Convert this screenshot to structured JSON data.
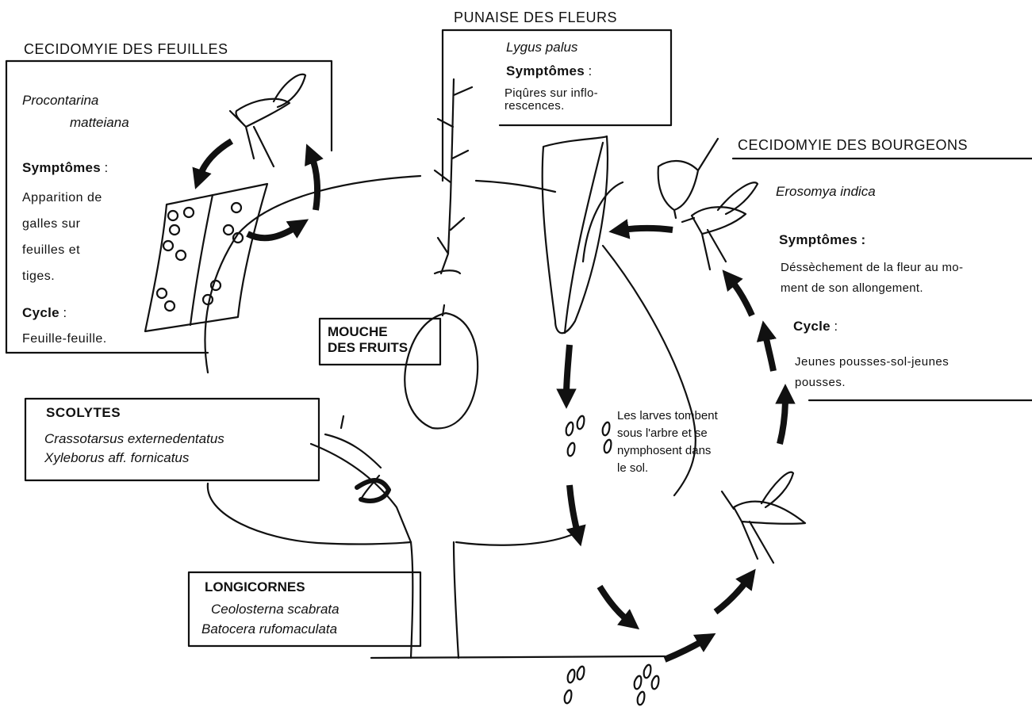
{
  "feuilles": {
    "title": "CECIDOMYIE DES FEUILLES",
    "species_1": "Procontarina",
    "species_2": "matteiana",
    "symptoms_label": "Symptômes",
    "symptoms_colon": ":",
    "symptoms_lines": [
      "Apparition de",
      "galles sur",
      "feuilles et",
      "tiges."
    ],
    "cycle_label": "Cycle",
    "cycle_colon": ":",
    "cycle_text": "Feuille-feuille."
  },
  "punaise": {
    "title": "PUNAISE DES FLEURS",
    "species": "Lygus palus",
    "symptoms_label": "Symptômes",
    "symptoms_colon": ":",
    "symptoms_lines": [
      "Piqûres sur inflo-",
      "rescences."
    ]
  },
  "bourgeons": {
    "title": "CECIDOMYIE DES BOURGEONS",
    "species": "Erosomya indica",
    "symptoms_label": "Symptômes",
    "symptoms_colon": ":",
    "symptoms_lines": [
      "Déssèchement de la fleur au mo-",
      "ment de son allongement."
    ],
    "cycle_label": "Cycle",
    "cycle_colon": ":",
    "cycle_lines": [
      "Jeunes pousses-sol-jeunes",
      "pousses."
    ]
  },
  "mouche": {
    "line_1": "MOUCHE",
    "line_2": "DES FRUITS"
  },
  "scolytes": {
    "title": "SCOLYTES",
    "species_1": "Crassotarsus externedentatus",
    "species_2": "Xyleborus aff. fornicatus"
  },
  "longicornes": {
    "title": "LONGICORNES",
    "species_1": "Ceolosterna scabrata",
    "species_2": "Batocera rufomaculata"
  },
  "larves": {
    "lines": [
      "Les larves tombent",
      "sous l'arbre et se",
      "nymphosent dans",
      "le sol."
    ]
  },
  "colors": {
    "ink": "#111111",
    "background": "#ffffff"
  }
}
